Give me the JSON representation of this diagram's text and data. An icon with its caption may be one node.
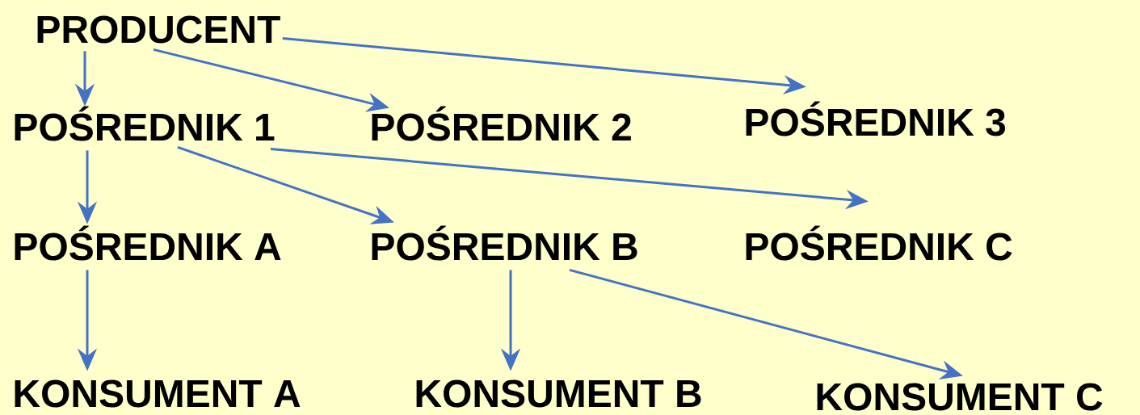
{
  "diagram": {
    "nodes": [
      {
        "text": [
          "PRODUCENT"
        ]
      },
      {
        "text": [
          "POŚREDNIK 1"
        ]
      },
      {
        "text": [
          "POŚREDNIK 2"
        ]
      },
      {
        "text": [
          "POŚREDNIK 3"
        ]
      },
      {
        "text": [
          "POŚREDNIK A"
        ]
      },
      {
        "text": [
          "POŚREDNIK B"
        ]
      },
      {
        "text": [
          "POŚREDNIK C"
        ]
      },
      {
        "text": [
          "KONSUMENT A"
        ]
      },
      {
        "text": [
          "KONSUMENT B"
        ]
      },
      {
        "text": [
          "KONSUMENT C"
        ]
      }
    ],
    "edges": [
      {
        "from": 0,
        "to": 1,
        "arrow": "to"
      },
      {
        "from": 0,
        "to": 2,
        "arrow": "to"
      },
      {
        "from": 0,
        "to": 3,
        "arrow": "to"
      },
      {
        "from": 1,
        "to": 4,
        "arrow": "to"
      },
      {
        "from": 1,
        "to": 5,
        "arrow": "to"
      },
      {
        "from": 1,
        "to": 6,
        "arrow": "to"
      },
      {
        "from": 4,
        "to": 7,
        "arrow": "to"
      },
      {
        "from": 5,
        "to": 8,
        "arrow": "to"
      },
      {
        "from": 5,
        "to": 9,
        "arrow": "to"
      }
    ]
  }
}
